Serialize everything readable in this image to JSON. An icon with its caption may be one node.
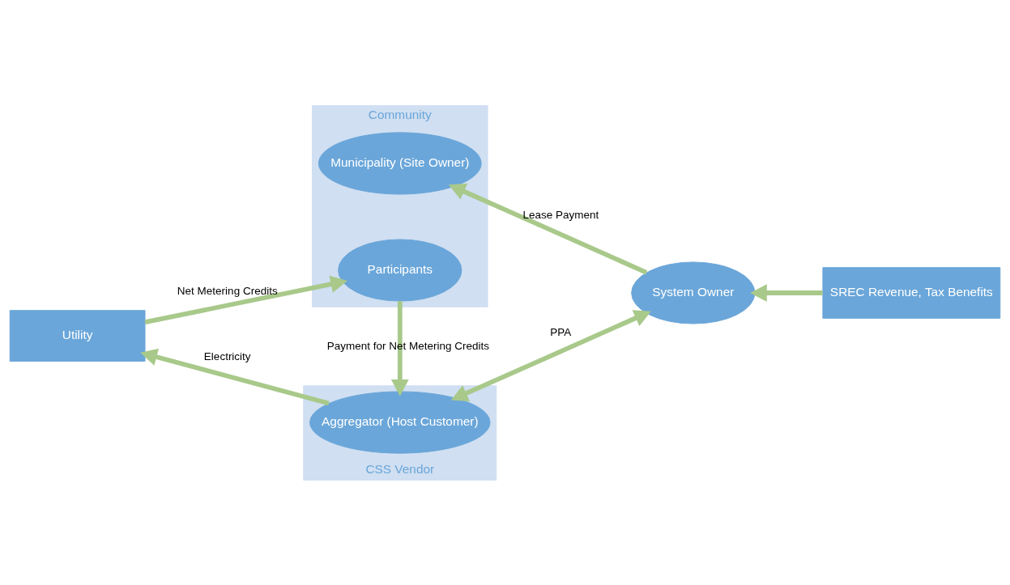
{
  "diagram": {
    "nodes": [
      {
        "text": [
          "Community"
        ]
      },
      {
        "text": [
          "Municipality (Site Owner)"
        ],
        "in": 0
      },
      {
        "text": [
          "Participants"
        ],
        "in": 0
      },
      {
        "text": [
          "System Owner"
        ]
      },
      {
        "text": [
          "SREC Revenue, Tax Benefits"
        ]
      },
      {
        "text": [
          "CSS Vendor"
        ]
      },
      {
        "text": [
          "Aggregator (Host Customer)"
        ],
        "in": 5
      },
      {
        "text": [
          "Utility"
        ]
      }
    ],
    "edges": [
      {
        "from": 3,
        "to": 1,
        "arrow": "to",
        "label": "Lease Payment"
      },
      {
        "from": 4,
        "to": 3,
        "arrow": "to"
      },
      {
        "from": 3,
        "to": 6,
        "arrow": "both",
        "label": "PPA"
      },
      {
        "from": 2,
        "to": 6,
        "arrow": "to",
        "label": "Payment for Net Metering Credits"
      },
      {
        "from": 6,
        "to": 7,
        "arrow": "to",
        "label": "Electricity"
      },
      {
        "from": 7,
        "to": 2,
        "arrow": "to",
        "label": "Net Metering Credits"
      }
    ]
  }
}
